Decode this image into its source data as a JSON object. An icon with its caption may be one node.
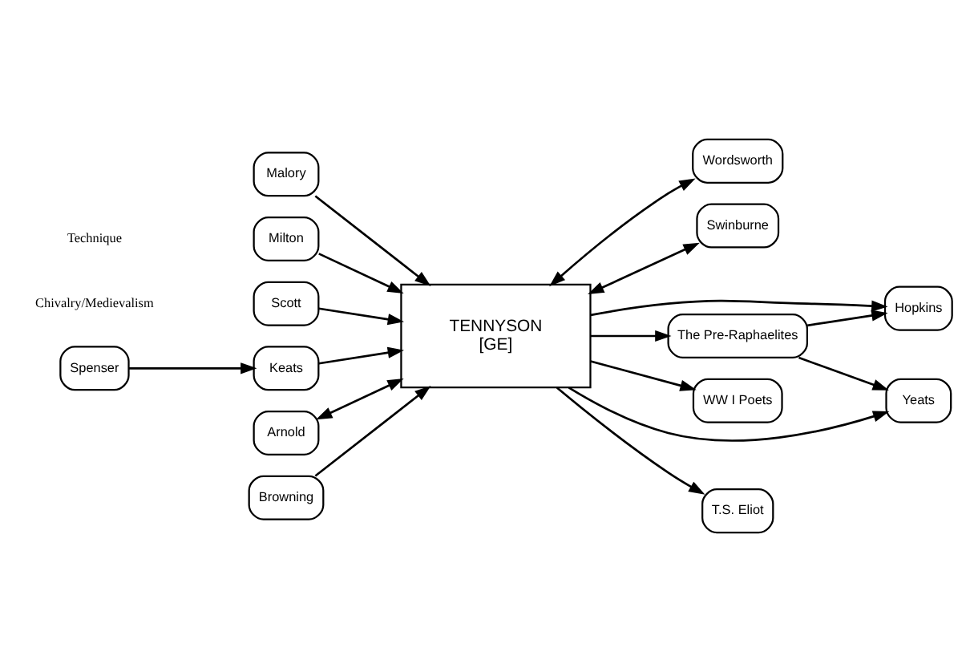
{
  "diagram": {
    "nodes": [
      {
        "text": [
          "Malory"
        ]
      },
      {
        "text": [
          "Spenser"
        ]
      },
      {
        "text": [
          "Milton"
        ]
      },
      {
        "text": [
          "Scott"
        ]
      },
      {
        "text": [
          "Keats"
        ]
      },
      {
        "text": [
          "Wordsworth"
        ]
      },
      {
        "text": [
          "Arnold"
        ]
      },
      {
        "text": [
          "TENNYSON",
          "[GE]"
        ]
      },
      {
        "text": [
          "Browning"
        ]
      },
      {
        "text": [
          "Swinburne"
        ]
      },
      {
        "text": [
          "Hopkins"
        ]
      },
      {
        "text": [
          "The Pre-Raphaelites"
        ]
      },
      {
        "text": [
          "WW I Poets"
        ]
      },
      {
        "text": [
          "Yeats"
        ]
      },
      {
        "text": [
          "T.S. Eliot"
        ]
      }
    ],
    "edges": [
      {
        "from": 0,
        "to": 7,
        "arrow": "to"
      },
      {
        "from": 3,
        "to": 7,
        "arrow": "to"
      },
      {
        "from": 1,
        "to": 4,
        "arrow": "to"
      },
      {
        "from": 4,
        "to": 7,
        "arrow": "to"
      },
      {
        "from": 2,
        "to": 7,
        "arrow": "to"
      },
      {
        "from": 7,
        "to": 5,
        "arrow": "both"
      },
      {
        "from": 6,
        "to": 7,
        "arrow": "both"
      },
      {
        "from": 8,
        "to": 7,
        "arrow": "to"
      },
      {
        "from": 7,
        "to": 9,
        "arrow": "both"
      },
      {
        "from": 7,
        "to": 10,
        "arrow": "to"
      },
      {
        "from": 7,
        "to": 11,
        "arrow": "to"
      },
      {
        "from": 11,
        "to": 10,
        "arrow": "to"
      },
      {
        "from": 11,
        "to": 13,
        "arrow": "to"
      },
      {
        "from": 7,
        "to": 13,
        "arrow": "to"
      },
      {
        "from": 7,
        "to": 12,
        "arrow": "to"
      },
      {
        "from": 7,
        "to": 14,
        "arrow": "to"
      }
    ],
    "labels": [
      "Chivalry/Medievalism",
      "Technique"
    ]
  }
}
